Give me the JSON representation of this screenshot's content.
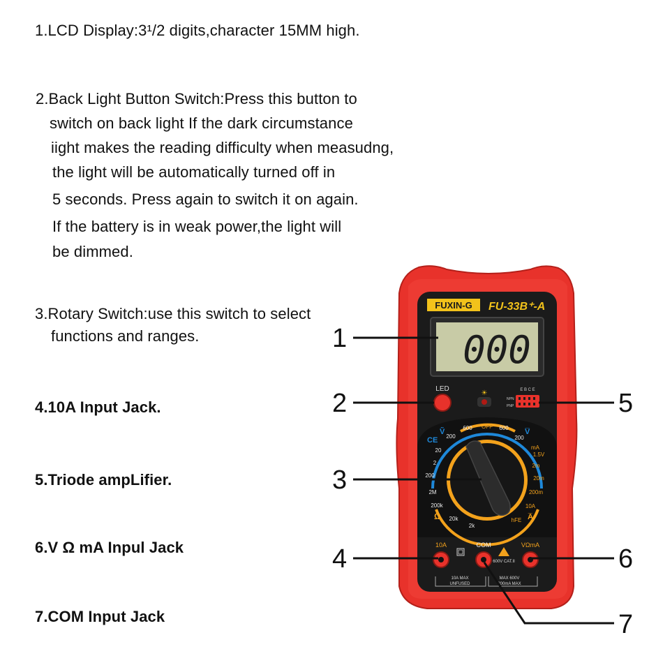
{
  "descriptions": {
    "d1": "1.LCD Display:3¹/2 digits,character 15MM high.",
    "d2_lines": [
      "2.Back Light Button Switch:Press this button to",
      "switch on back light If the dark circumstance",
      "iight makes the reading difficulty when measudng,",
      "the light will be automatically turned off in",
      "5 seconds. Press again to switch it on again.",
      "If the battery is in weak power,the light will",
      "be dimmed."
    ],
    "d3_lines": [
      "3.Rotary Switch:use this switch to select",
      "functions and ranges."
    ],
    "d4": "4.10A Input Jack.",
    "d5": "5.Triode ampLifier.",
    "d6": "6.V Ω mA Inpul Jack",
    "d7": "7.COM Input Jack"
  },
  "callouts": {
    "c1": "1",
    "c2": "2",
    "c3": "3",
    "c4": "4",
    "c5": "5",
    "c6": "6",
    "c7": "7"
  },
  "device": {
    "brand": "FUXIN-G",
    "model": "FU-33B⁺-A",
    "lcd_reading": "000",
    "led_label": "LED",
    "hfe_pins": "E B C E",
    "npn": "NPN",
    "pnp": "PNP",
    "dial": {
      "off": "OFF",
      "labels_left": [
        "600",
        "200",
        "20",
        "2",
        "200",
        "2M",
        "200k",
        "20k",
        "2k"
      ],
      "labels_right": [
        "600",
        "200",
        "mA",
        "1.5V",
        "2m",
        "20m",
        "200m",
        "10A",
        "hFE"
      ],
      "v_dc": "V̅",
      "v_ac": "Ṽ",
      "ohm": "Ω",
      "amp": "A̅",
      "ce": "CE"
    },
    "jacks": {
      "left_label": "10A",
      "com_label": "COM",
      "right_label": "VΩmA",
      "left_note_1": "10A MAX",
      "left_note_2": "UNFUSED",
      "right_note_1": "MAX 600V",
      "right_note_2": "200mA MAX",
      "cat": "600V CAT.II"
    }
  },
  "colors": {
    "body_red": "#e8322b",
    "panel": "#1b1b1b",
    "brand_yellow": "#f2c21b",
    "dial_blue": "#1e88d9",
    "dial_orange": "#f3a21c",
    "lcd": "#c8cba6"
  }
}
